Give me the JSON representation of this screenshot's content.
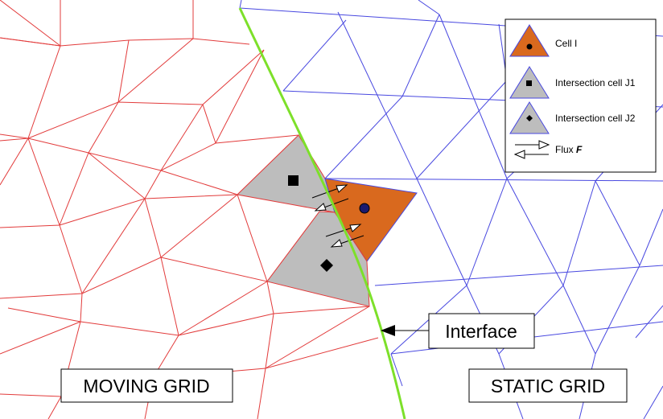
{
  "labels": {
    "moving_grid": "MOVING GRID",
    "static_grid": "STATIC GRID",
    "interface": "Interface"
  },
  "legend": {
    "cell_i": "Cell I",
    "intersection_j1": "Intersection cell J1",
    "intersection_j2": "Intersection cell J2",
    "flux_prefix": "Flux ",
    "flux_symbol": "F"
  },
  "colors": {
    "moving_grid": "#e23b3b",
    "static_grid": "#4848e0",
    "interface": "#7de02a",
    "cell_i": "#d9691e",
    "intersection_cell": "#bdbdbd"
  }
}
